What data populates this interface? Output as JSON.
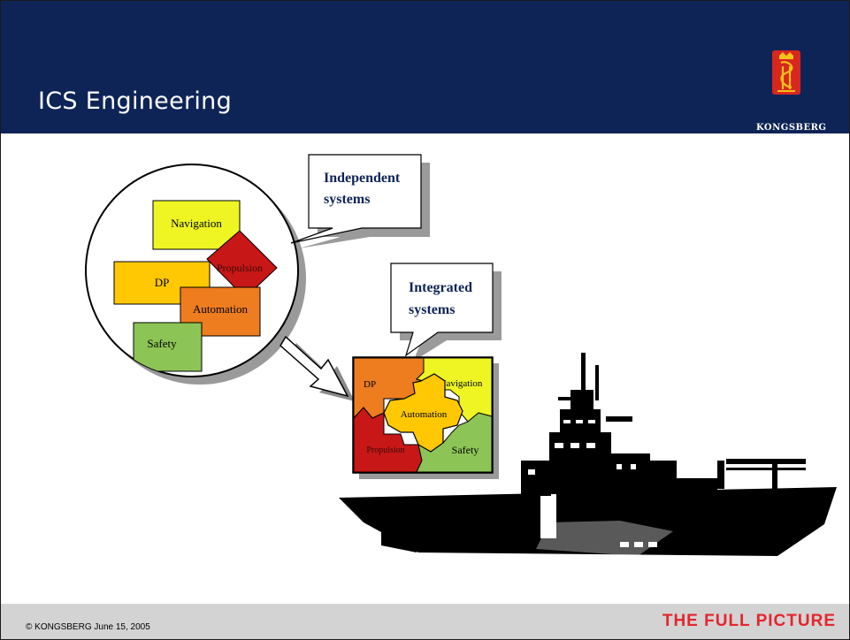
{
  "header": {
    "title": "ICS Engineering",
    "logo_text": "KONGSBERG"
  },
  "callouts": {
    "independent": [
      "Independent",
      "systems"
    ],
    "integrated": [
      "Integrated",
      "systems"
    ]
  },
  "independent_blocks": {
    "navigation": "Navigation",
    "propulsion": "Propulsion",
    "dp": "DP",
    "automation": "Automation",
    "safety": "Safety"
  },
  "integrated_pieces": {
    "dp": "DP",
    "navigation": "Navigation",
    "automation": "Automation",
    "propulsion": "Propulsion",
    "safety": "Safety"
  },
  "footer": {
    "copyright": "© KONGSBERG June 15, 2005",
    "tagline": "THE FULL PICTURE"
  },
  "colors": {
    "header_bg": "#0e2457",
    "footer_bg": "#d3d3d3",
    "tagline": "#e3262d",
    "callout_text": "#0e2457",
    "navigation": "#eef523",
    "propulsion": "#c81717",
    "dp": "#ffc802",
    "automation": "#ee7d1f",
    "safety": "#8dc456",
    "automation_center": "#ffc802"
  }
}
